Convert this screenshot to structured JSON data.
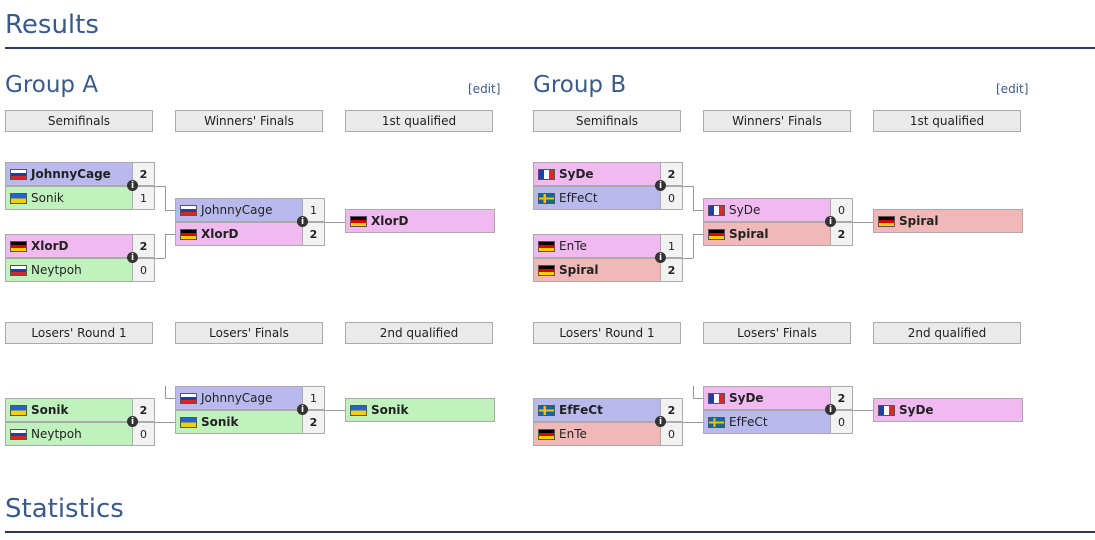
{
  "results_heading": "Results",
  "statistics_heading": "Statistics",
  "edit_label": "[edit]",
  "info_icon": "info-icon",
  "groups": [
    {
      "title": "Group A",
      "headers": {
        "semis": "Semifinals",
        "wf": "Winners' Finals",
        "q1": "1st qualified",
        "lr1": "Losers' Round 1",
        "lf": "Losers' Finals",
        "q2": "2nd qualified"
      },
      "semi1": [
        {
          "name": "JohnnyCage",
          "flag": "ru",
          "score": "2",
          "color": "blue",
          "win": true
        },
        {
          "name": "Sonik",
          "flag": "ua",
          "score": "1",
          "color": "green",
          "win": false
        }
      ],
      "semi2": [
        {
          "name": "XlorD",
          "flag": "de",
          "score": "2",
          "color": "pink",
          "win": true
        },
        {
          "name": "Neytpoh",
          "flag": "ru",
          "score": "0",
          "color": "green",
          "win": false
        }
      ],
      "wf": [
        {
          "name": "JohnnyCage",
          "flag": "ru",
          "score": "1",
          "color": "blue",
          "win": false
        },
        {
          "name": "XlorD",
          "flag": "de",
          "score": "2",
          "color": "pink",
          "win": true
        }
      ],
      "q1": {
        "name": "XlorD",
        "flag": "de",
        "color": "pink"
      },
      "lr1": [
        {
          "name": "Sonik",
          "flag": "ua",
          "score": "2",
          "color": "green",
          "win": true
        },
        {
          "name": "Neytpoh",
          "flag": "ru",
          "score": "0",
          "color": "green",
          "win": false
        }
      ],
      "lf": [
        {
          "name": "JohnnyCage",
          "flag": "ru",
          "score": "1",
          "color": "blue",
          "win": false
        },
        {
          "name": "Sonik",
          "flag": "ua",
          "score": "2",
          "color": "green",
          "win": true
        }
      ],
      "q2": {
        "name": "Sonik",
        "flag": "ua",
        "color": "green"
      }
    },
    {
      "title": "Group B",
      "headers": {
        "semis": "Semifinals",
        "wf": "Winners' Finals",
        "q1": "1st qualified",
        "lr1": "Losers' Round 1",
        "lf": "Losers' Finals",
        "q2": "2nd qualified"
      },
      "semi1": [
        {
          "name": "SyDe",
          "flag": "fr",
          "score": "2",
          "color": "pink",
          "win": true
        },
        {
          "name": "EfFeCt",
          "flag": "se",
          "score": "0",
          "color": "blue",
          "win": false
        }
      ],
      "semi2": [
        {
          "name": "EnTe",
          "flag": "de",
          "score": "1",
          "color": "pink",
          "win": false
        },
        {
          "name": "Spiral",
          "flag": "de",
          "score": "2",
          "color": "red",
          "win": true
        }
      ],
      "wf": [
        {
          "name": "SyDe",
          "flag": "fr",
          "score": "0",
          "color": "pink",
          "win": false
        },
        {
          "name": "Spiral",
          "flag": "de",
          "score": "2",
          "color": "red",
          "win": true
        }
      ],
      "q1": {
        "name": "Spiral",
        "flag": "de",
        "color": "red"
      },
      "lr1": [
        {
          "name": "EfFeCt",
          "flag": "se",
          "score": "2",
          "color": "blue",
          "win": true
        },
        {
          "name": "EnTe",
          "flag": "de",
          "score": "0",
          "color": "red",
          "win": false
        }
      ],
      "lf": [
        {
          "name": "SyDe",
          "flag": "fr",
          "score": "2",
          "color": "pink",
          "win": true
        },
        {
          "name": "EfFeCt",
          "flag": "se",
          "score": "0",
          "color": "blue",
          "win": false
        }
      ],
      "q2": {
        "name": "SyDe",
        "flag": "fr",
        "color": "pink"
      }
    }
  ]
}
